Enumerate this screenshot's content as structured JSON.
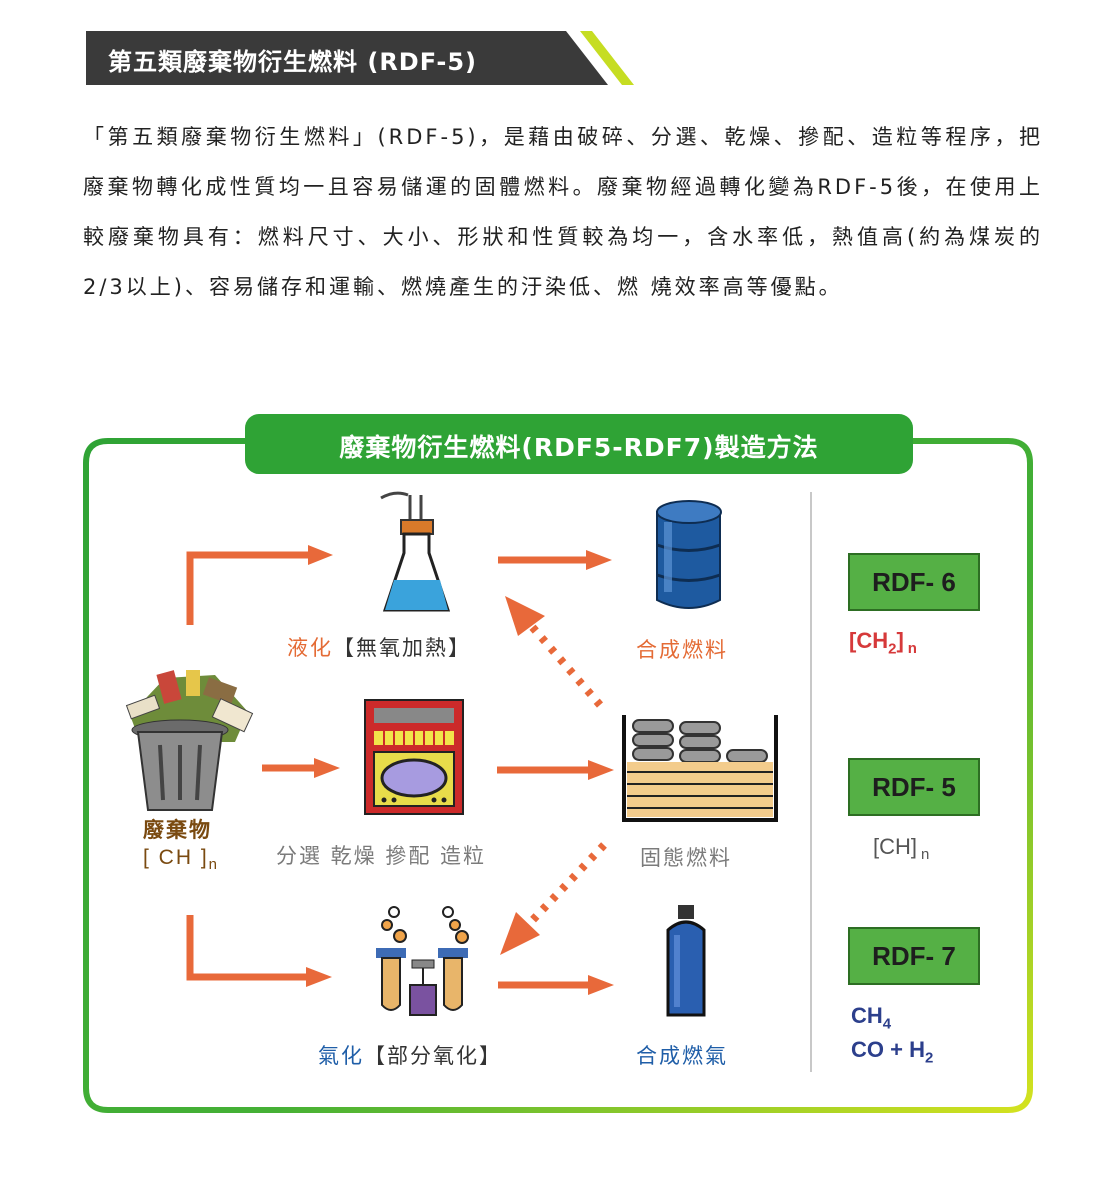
{
  "header": {
    "title": "第五類廢棄物衍生燃料 (RDF-5)"
  },
  "paragraph": {
    "text": "「第五類廢棄物衍生燃料」(RDF-5)，是藉由破碎、分選、乾燥、摻配、造粒等程序，把廢棄物轉化成性質均一且容易儲運的固體燃料。廢棄物經過轉化變為RDF-5後，在使用上較廢棄物具有：燃料尺寸、大小、形狀和性質較為均一，含水率低，熱值高(約為煤炭的 2/3以上)、容易儲存和運輸、燃燒產生的汙染低、燃 燒效率高等優點。"
  },
  "diagram": {
    "title": "廢棄物衍生燃料(RDF5-RDF7)製造方法",
    "waste": {
      "label": "廢棄物",
      "formula_main": "[ CH ]",
      "formula_sub": "n"
    },
    "liquefaction": {
      "label": "液化",
      "note": "【無氧加熱】"
    },
    "processing": {
      "label": "分選  乾燥  摻配  造粒"
    },
    "gasification": {
      "label": "氣化",
      "note": "【部分氧化】"
    },
    "products": {
      "synthetic_fuel": "合成燃料",
      "solid_fuel": "固態燃料",
      "synthetic_gas": "合成燃氣"
    },
    "rdf": [
      {
        "name": "RDF- 6",
        "formula": "[CH",
        "formula_sub": "2",
        "formula_end": "]",
        "formula_n": "n",
        "color": "#d6393a"
      },
      {
        "name": "RDF- 5",
        "formula": "[CH]",
        "formula_n": "n",
        "color": "#555555"
      },
      {
        "name": "RDF- 7",
        "line1": "CH",
        "line1_sub": "4",
        "line2": "CO + H",
        "line2_sub": "2",
        "color": "#2c3f8c"
      }
    ],
    "colors": {
      "arrow": "#e8693a",
      "green": "#2fa335",
      "lime": "#c6dd22"
    }
  }
}
